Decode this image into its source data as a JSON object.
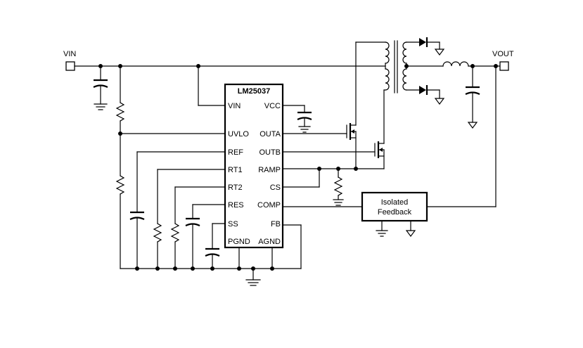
{
  "terminals": {
    "vin": "VIN",
    "vout": "VOUT"
  },
  "ic": {
    "part": "LM25037",
    "left_pins": [
      "VIN",
      "UVLO",
      "REF",
      "RT1",
      "RT2",
      "RES",
      "SS"
    ],
    "right_pins": [
      "VCC",
      "OUTA",
      "OUTB",
      "RAMP",
      "CS",
      "COMP",
      "FB"
    ],
    "bottom_pins": [
      "PGND",
      "AGND"
    ]
  },
  "feedback": {
    "line1": "Isolated",
    "line2": "Feedback"
  }
}
